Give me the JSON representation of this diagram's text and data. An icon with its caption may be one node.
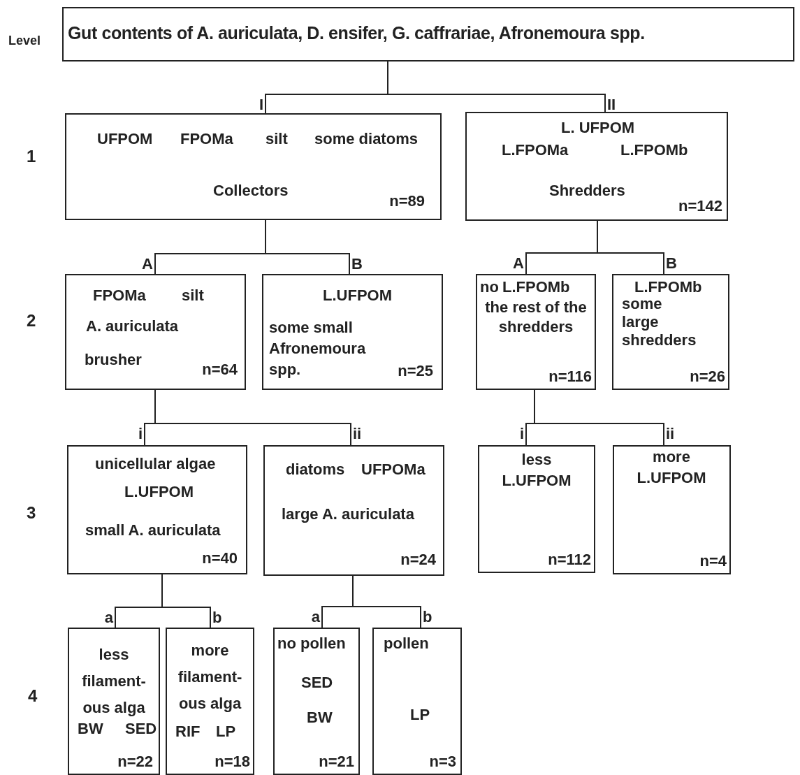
{
  "diagram": {
    "nodes": [
      {
        "text": [
          "Gut contents of A. auriculata, D. ensifer, G. caffrariae, Afronemoura spp."
        ]
      },
      {
        "text": [
          "UFPOM",
          "FPOMa",
          "silt",
          "some diatoms",
          "Collectors",
          "n=89"
        ]
      },
      {
        "text": [
          "L. UFPOM",
          "L.FPOMa",
          "L.FPOMb",
          "Shredders",
          "n=142"
        ]
      },
      {
        "text": [
          "FPOMa",
          "silt",
          "A. auriculata",
          "brusher",
          "n=64"
        ]
      },
      {
        "text": [
          "L.UFPOM",
          "some small Afronemoura spp.",
          "n=25"
        ]
      },
      {
        "text": [
          "no",
          "L.FPOMb",
          "the rest of the shredders",
          "n=116"
        ]
      },
      {
        "text": [
          "L.FPOMb",
          "some large shredders",
          "n=26"
        ]
      },
      {
        "text": [
          "unicellular algae",
          "L.UFPOM",
          "small A. auriculata",
          "n=40"
        ]
      },
      {
        "text": [
          "diatoms",
          "UFPOMa",
          "large A. auriculata",
          "n=24"
        ]
      },
      {
        "text": [
          "less L.UFPOM",
          "n=112"
        ]
      },
      {
        "text": [
          "more L.UFPOM",
          "n=4"
        ]
      },
      {
        "text": [
          "less filament- ous alga",
          "BW",
          "SED",
          "n=22"
        ]
      },
      {
        "text": [
          "more filament- ous alga",
          "RIF",
          "LP",
          "n=18"
        ]
      },
      {
        "text": [
          "no pollen",
          "SED",
          "BW",
          "n=21"
        ]
      },
      {
        "text": [
          "pollen",
          "LP",
          "n=3"
        ]
      }
    ],
    "edges": [
      {
        "from": 0,
        "to": 1,
        "arrow": "none",
        "label": "I"
      },
      {
        "from": 0,
        "to": 2,
        "arrow": "none",
        "label": "II"
      },
      {
        "from": 1,
        "to": 3,
        "arrow": "none",
        "label": "A"
      },
      {
        "from": 1,
        "to": 4,
        "arrow": "none",
        "label": "B"
      },
      {
        "from": 2,
        "to": 5,
        "arrow": "none",
        "label": "A"
      },
      {
        "from": 2,
        "to": 6,
        "arrow": "none",
        "label": "B"
      },
      {
        "from": 3,
        "to": 7,
        "arrow": "none",
        "label": "i"
      },
      {
        "from": 3,
        "to": 8,
        "arrow": "none",
        "label": "ii"
      },
      {
        "from": 5,
        "to": 9,
        "arrow": "none",
        "label": "i"
      },
      {
        "from": 5,
        "to": 10,
        "arrow": "none",
        "label": "ii"
      },
      {
        "from": 7,
        "to": 11,
        "arrow": "none",
        "label": "a"
      },
      {
        "from": 7,
        "to": 12,
        "arrow": "none",
        "label": "b"
      },
      {
        "from": 8,
        "to": 13,
        "arrow": "none",
        "label": "a"
      },
      {
        "from": 8,
        "to": 14,
        "arrow": "none",
        "label": "b"
      }
    ],
    "labels": [
      "Level",
      "1",
      "2",
      "3",
      "4"
    ]
  }
}
